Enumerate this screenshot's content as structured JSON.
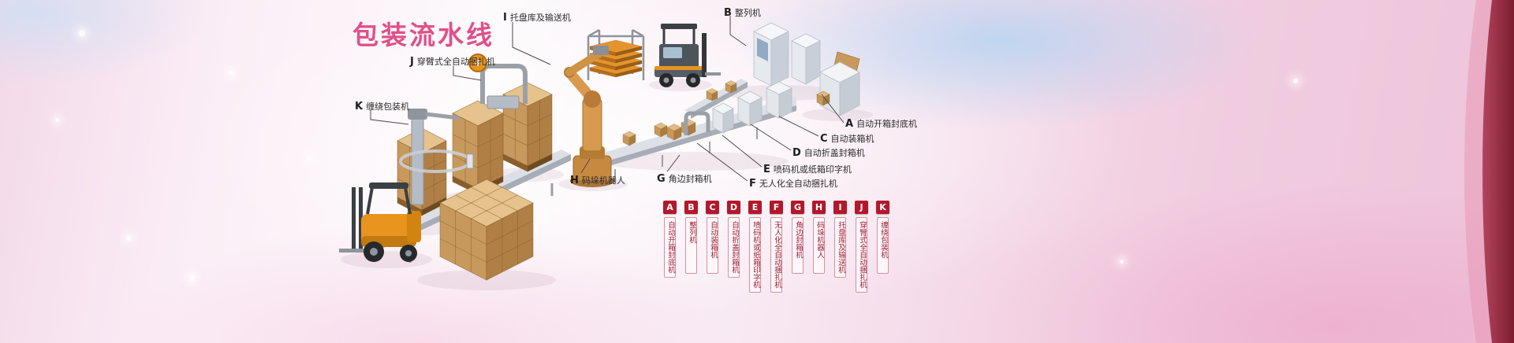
{
  "title": "包装流水线",
  "machines": [
    {
      "key": "A",
      "label": "自动开箱封底机"
    },
    {
      "key": "B",
      "label": "整列机"
    },
    {
      "key": "C",
      "label": "自动装箱机"
    },
    {
      "key": "D",
      "label": "自动折盖封箱机"
    },
    {
      "key": "E",
      "label": "喷码机或纸箱印字机"
    },
    {
      "key": "F",
      "label": "无人化全自动捆扎机"
    },
    {
      "key": "G",
      "label": "角边封箱机"
    },
    {
      "key": "H",
      "label": "码垛机器人"
    },
    {
      "key": "I",
      "label": "托盘库及输送机"
    },
    {
      "key": "J",
      "label": "穿臂式全自动捆扎机"
    },
    {
      "key": "K",
      "label": "缠绕包装机"
    }
  ],
  "colors": {
    "title_pink": "#e0508a",
    "legend_red": "#b2182b",
    "band_maroon": "#8c1f33",
    "carton_tan": "#c8995c",
    "machine_gray": "#d7dbe1",
    "forklift_orange": "#e8941f"
  }
}
